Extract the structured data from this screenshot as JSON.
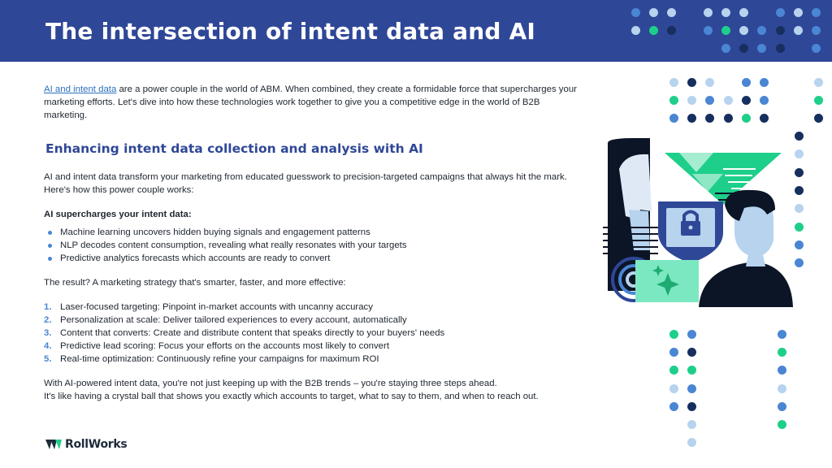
{
  "header": {
    "title": "The intersection of intent data and AI"
  },
  "intro": {
    "link_text": "AI and intent data",
    "text": " are a power couple in the world of ABM. When combined, they create a formidable force that supercharges your marketing efforts. Let's dive into how these technologies work together to give you a competitive edge in the world of B2B marketing."
  },
  "section": {
    "title": "Enhancing intent data collection and analysis with AI",
    "paragraph": "AI and intent data transform your marketing from educated guesswork to precision-targeted campaigns that always hit the mark. Here's how this power couple works:",
    "subhead": "AI supercharges your intent data:",
    "bullets": [
      "Machine learning uncovers hidden buying signals and engagement patterns",
      "NLP decodes content consumption, revealing what really resonates with your targets",
      "Predictive analytics forecasts which accounts are ready to convert"
    ],
    "result": "The result? A marketing strategy that's smarter, faster, and more effective:",
    "numbered": [
      {
        "n": "1.",
        "text": "Laser-focused targeting: Pinpoint in-market accounts with uncanny accuracy"
      },
      {
        "n": "2.",
        "text": "Personalization at scale: Deliver tailored experiences to every account, automatically"
      },
      {
        "n": "3.",
        "text": "Content that converts: Create and distribute content that speaks directly to your buyers' needs"
      },
      {
        "n": "4.",
        "text": "Predictive lead scoring: Focus your efforts on the accounts most likely to convert"
      },
      {
        "n": "5.",
        "text": "Real-time optimization: Continuously refine your campaigns for maximum ROI"
      }
    ],
    "closing_1": "With AI-powered intent data, you're not just keeping up with the B2B trends – you're staying three steps ahead.",
    "closing_2": "It's like having a crystal ball that shows you exactly which accounts to target, what to say to them, and when to reach out."
  },
  "footer": {
    "logo_text": "RollWorks"
  },
  "colors": {
    "header_bg": "#2f4797",
    "title_text": "#ffffff",
    "section_title": "#2f4797",
    "link": "#2c6fbf",
    "accent_green": "#1ecf8a",
    "dot_light": "#b7d3ee",
    "dot_mid": "#4a86d4",
    "dot_navy": "#172f5e"
  },
  "icons": [
    "rollworks-logo-icon",
    "padlock-icon",
    "sparkle-icon"
  ]
}
